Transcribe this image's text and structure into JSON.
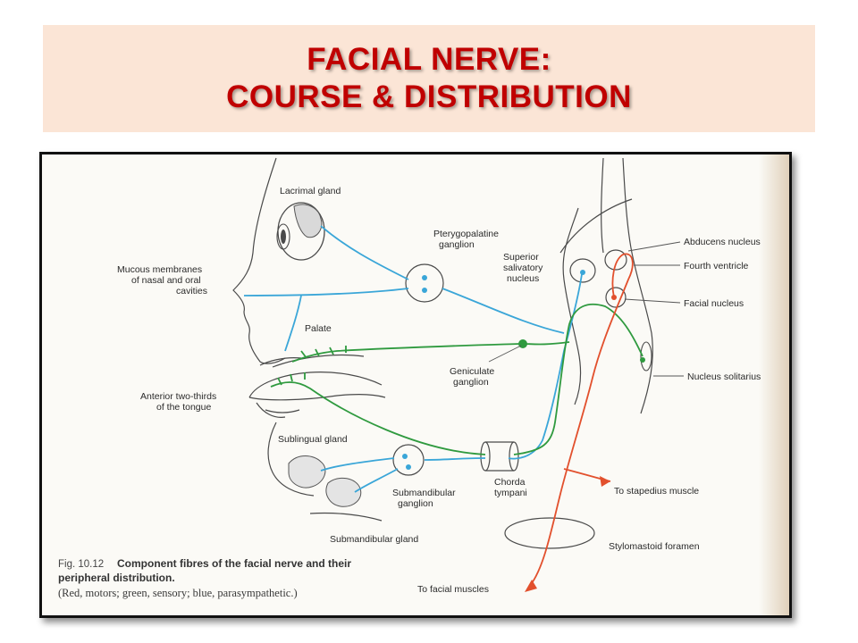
{
  "title": {
    "line1": "FACIAL NERVE:",
    "line2": "COURSE & DISTRIBUTION"
  },
  "colors": {
    "title": "#c00000",
    "title_band": "#fbe5d6",
    "motor": "#e2502d",
    "sensory": "#2f9a3f",
    "parasympathetic": "#3aa6d8",
    "ink": "#3a3a3a"
  },
  "labels": {
    "lacrimal_gland": "Lacrimal gland",
    "pterygopalatine_1": "Pterygopalatine",
    "pterygopalatine_2": "ganglion",
    "mucous_1": "Mucous membranes",
    "mucous_2": "of nasal and oral",
    "mucous_3": "cavities",
    "palate": "Palate",
    "superior_salivatory_1": "Superior",
    "superior_salivatory_2": "salivatory",
    "superior_salivatory_3": "nucleus",
    "abducens_nucleus": "Abducens nucleus",
    "fourth_ventricle": "Fourth ventricle",
    "facial_nucleus": "Facial nucleus",
    "geniculate_1": "Geniculate",
    "geniculate_2": "ganglion",
    "nucleus_solitarius": "Nucleus solitarius",
    "tongue_1": "Anterior two-thirds",
    "tongue_2": "of the tongue",
    "sublingual_gland": "Sublingual gland",
    "submandibular_ganglion_1": "Submandibular",
    "submandibular_ganglion_2": "ganglion",
    "chorda_1": "Chorda",
    "chorda_2": "tympani",
    "to_stapedius": "To stapedius muscle",
    "stylomastoid": "Stylomastoid foramen",
    "submandibular_gland": "Submandibular gland",
    "to_facial_muscles": "To facial muscles"
  },
  "caption": {
    "fig_no": "Fig. 10.12",
    "line1": "Component fibres of the facial nerve and their",
    "line2": "peripheral distribution.",
    "line3": "(Red, motors; green, sensory; blue, parasympathetic.)"
  }
}
